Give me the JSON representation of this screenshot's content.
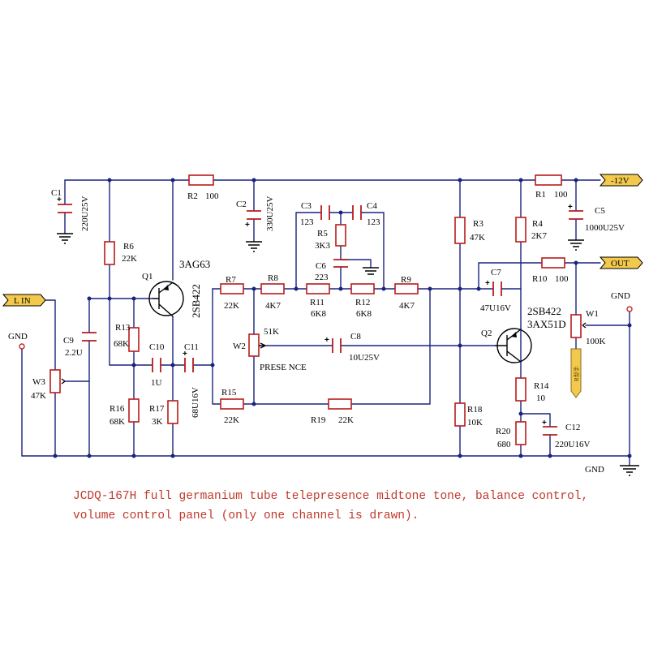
{
  "ports": {
    "neg12": "-12V",
    "out": "OUT",
    "lin": "L IN"
  },
  "labels": {
    "gnd_left": "GND",
    "gnd_right": "GND",
    "gnd_bottom": "GND",
    "q1_ref": "Q1",
    "q1_type": "3AG63",
    "q1_sub": "2SB422",
    "q2_ref": "Q2",
    "q2_type": "3AX51D",
    "q2_sub": "2SB422",
    "presence": "PRESE NCE",
    "w1_handle": "R型手"
  },
  "components": {
    "c1_ref": "C1",
    "c1_val": "220U25V",
    "r2_ref": "R2",
    "r2_val": "100",
    "c2_ref": "C2",
    "c2_val": "330U25V",
    "c3_ref": "C3",
    "c3_val": "123",
    "c4_ref": "C4",
    "c4_val": "123",
    "r5_ref": "R5",
    "r5_val": "3K3",
    "c6_ref": "C6",
    "c6_val": "223",
    "r6_ref": "R6",
    "r6_val": "22K",
    "r7_ref": "R7",
    "r7_val": "22K",
    "r8_ref": "R8",
    "r8_val": "4K7",
    "r11_ref": "R11",
    "r11_val": "6K8",
    "r12_ref": "R12",
    "r12_val": "6K8",
    "r9_ref": "R9",
    "r9_val": "4K7",
    "r3_ref": "R3",
    "r3_val": "47K",
    "r4_ref": "R4",
    "r4_val": "2K7",
    "r1_ref": "R1",
    "r1_val": "100",
    "c5_ref": "C5",
    "c5_val": "1000U25V",
    "c7_ref": "C7",
    "c7_val": "47U16V",
    "r10_ref": "R10",
    "r10_val": "100",
    "w1_ref": "W1",
    "w1_val": "100K",
    "r13_ref": "R13",
    "r13_val": "68K",
    "c10_ref": "C10",
    "c10_val": "1U",
    "c11_ref": "C11",
    "c11_val": "68U16V",
    "w2_ref": "W2",
    "w2_val": "51K",
    "c8_ref": "C8",
    "c8_val": "10U25V",
    "c9_ref": "C9",
    "c9_val": "2.2U",
    "w3_ref": "W3",
    "w3_val": "47K",
    "r16_ref": "R16",
    "r16_val": "68K",
    "r17_ref": "R17",
    "r17_val": "3K",
    "r15_ref": "R15",
    "r15_val": "22K",
    "r19_ref": "R19",
    "r19_val": "22K",
    "r18_ref": "R18",
    "r18_val": "10K",
    "r14_ref": "R14",
    "r14_val": "10",
    "r20_ref": "R20",
    "r20_val": "680",
    "c12_ref": "C12",
    "c12_val": "220U16V"
  },
  "caption": {
    "line1": "JCDQ-167H full germanium tube telepresence midtone tone, balance control,",
    "line2": "volume control panel (only one channel is drawn)."
  },
  "colors": {
    "wire": "#1a237e",
    "component": "#b71c1c",
    "caption": "#c0392b",
    "port_fill": "#f2c94c"
  }
}
